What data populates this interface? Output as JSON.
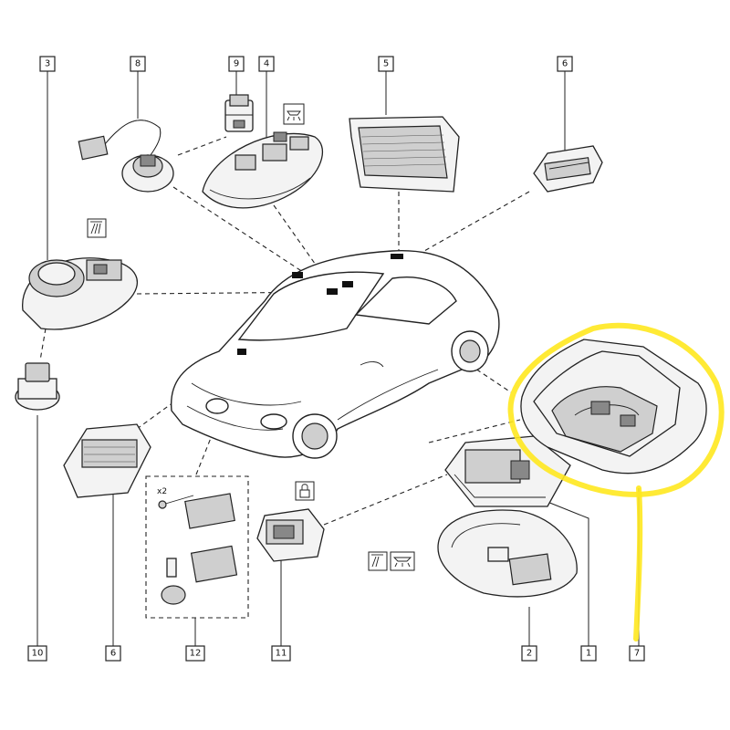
{
  "callouts": [
    {
      "id": "1",
      "label": "1"
    },
    {
      "id": "2",
      "label": "2"
    },
    {
      "id": "3",
      "label": "3"
    },
    {
      "id": "4",
      "label": "4"
    },
    {
      "id": "5",
      "label": "5"
    },
    {
      "id": "6",
      "label": "6"
    },
    {
      "id": "7",
      "label": "7"
    },
    {
      "id": "8",
      "label": "8"
    },
    {
      "id": "9",
      "label": "9"
    },
    {
      "id": "10",
      "label": "10"
    },
    {
      "id": "6b",
      "label": "6"
    },
    {
      "id": "11",
      "label": "11"
    },
    {
      "id": "12",
      "label": "12"
    }
  ],
  "annotations": {
    "multiplier": "x2"
  },
  "colors": {
    "highlight": "#ffe81f",
    "line": "#222222"
  },
  "icons": [
    "dome-light-icon",
    "reading-light-icon",
    "bulb-icon",
    "lock-icon"
  ]
}
